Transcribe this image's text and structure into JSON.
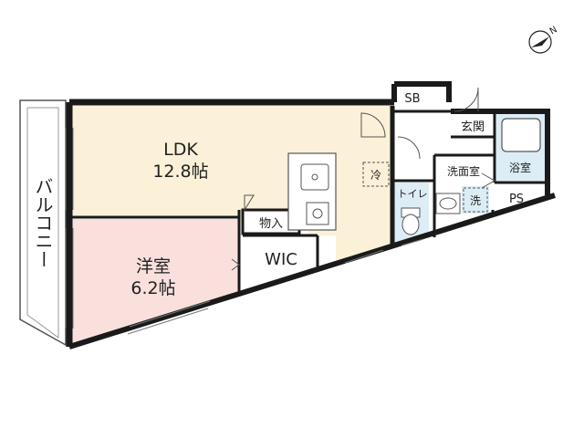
{
  "rooms": {
    "ldk": {
      "name": "LDK",
      "size": "12.8帖",
      "fill": "#fbf1d8"
    },
    "western_room": {
      "name": "洋室",
      "size": "6.2帖",
      "fill": "#f9e0dd"
    },
    "walk_in_closet": {
      "name": "WIC"
    },
    "storage": {
      "name": "物入"
    },
    "shoe_box": {
      "name": "SB"
    },
    "entrance": {
      "name": "玄関"
    },
    "washroom": {
      "name": "洗面室"
    },
    "bathroom": {
      "name": "浴室",
      "fill": "#dcedf6"
    },
    "toilet": {
      "name": "トイレ",
      "fill": "#dcedf6"
    },
    "pipe_space": {
      "name": "PS"
    },
    "balcony": {
      "name": "バルコニー"
    }
  },
  "symbols": {
    "fridge": "冷",
    "washer": "洗"
  },
  "colors": {
    "wall": "#1a1a1a",
    "water_area": "#dcedf6",
    "ldk": "#fbf1d8",
    "bedroom": "#f9e0dd"
  },
  "compass": {
    "icon": "north-arrow-icon",
    "label": "N"
  }
}
